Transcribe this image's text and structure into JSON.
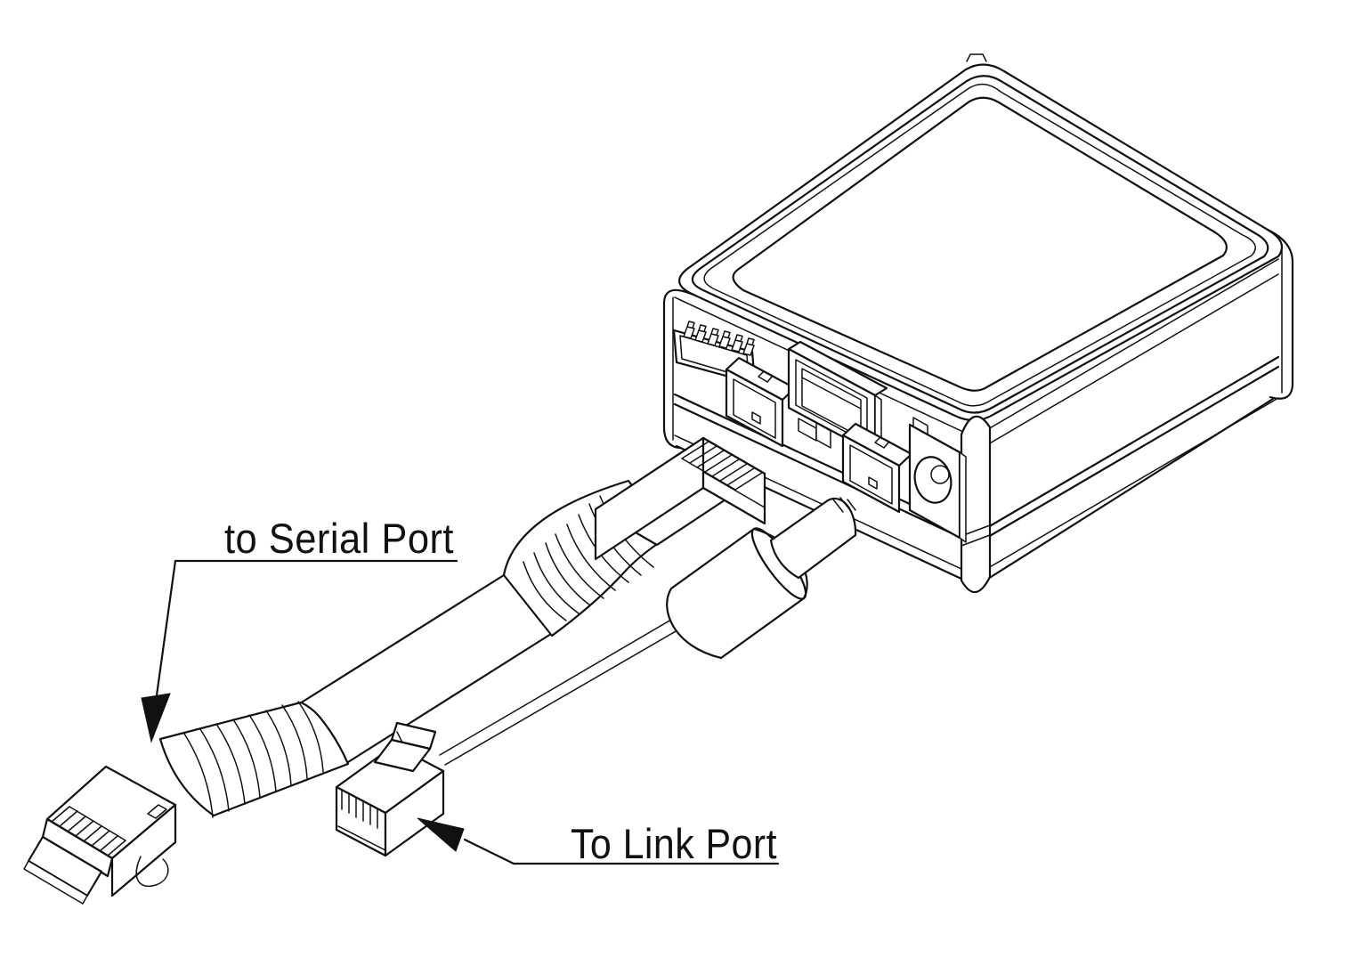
{
  "diagram": {
    "type": "technical-illustration",
    "background": "#ffffff",
    "line_color": "#111111",
    "labels": {
      "serial_port": "to Serial Port",
      "link_port": "To Link Port"
    },
    "components": [
      {
        "id": "device-box",
        "name": "adapter device enclosure (isometric view)"
      },
      {
        "id": "pin-header",
        "name": "multi-pin header connector on device face"
      },
      {
        "id": "modular-jack-1",
        "name": "small modular jack on device face"
      },
      {
        "id": "rj45-jack",
        "name": "RJ45 jack on device face"
      },
      {
        "id": "modular-jack-2",
        "name": "small modular jack on device face"
      },
      {
        "id": "dc-power-jack",
        "name": "DC power jack on device face"
      },
      {
        "id": "rj45-plug-upper",
        "name": "RJ45 cable plug with strain-relief boot"
      },
      {
        "id": "rj45-plug-lower",
        "name": "RJ45 cable plug pointed to serial port"
      },
      {
        "id": "rj11-plug",
        "name": "RJ11 link-cable plug"
      },
      {
        "id": "dc-barrel-plug",
        "name": "DC barrel power plug with cord"
      }
    ]
  }
}
